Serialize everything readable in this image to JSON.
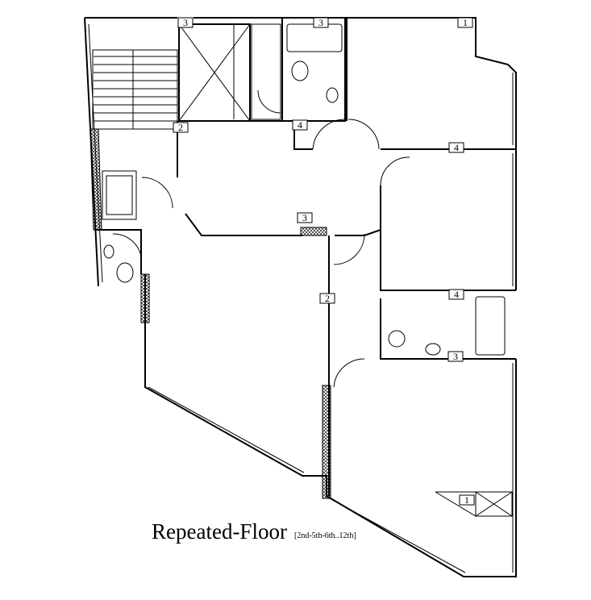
{
  "title": {
    "main": "Repeated-Floor",
    "floors": "[2nd-5th-6th..12th]"
  },
  "tags": [
    "3",
    "3",
    "1",
    "2",
    "4",
    "4",
    "3",
    "2",
    "4",
    "3",
    "1"
  ]
}
